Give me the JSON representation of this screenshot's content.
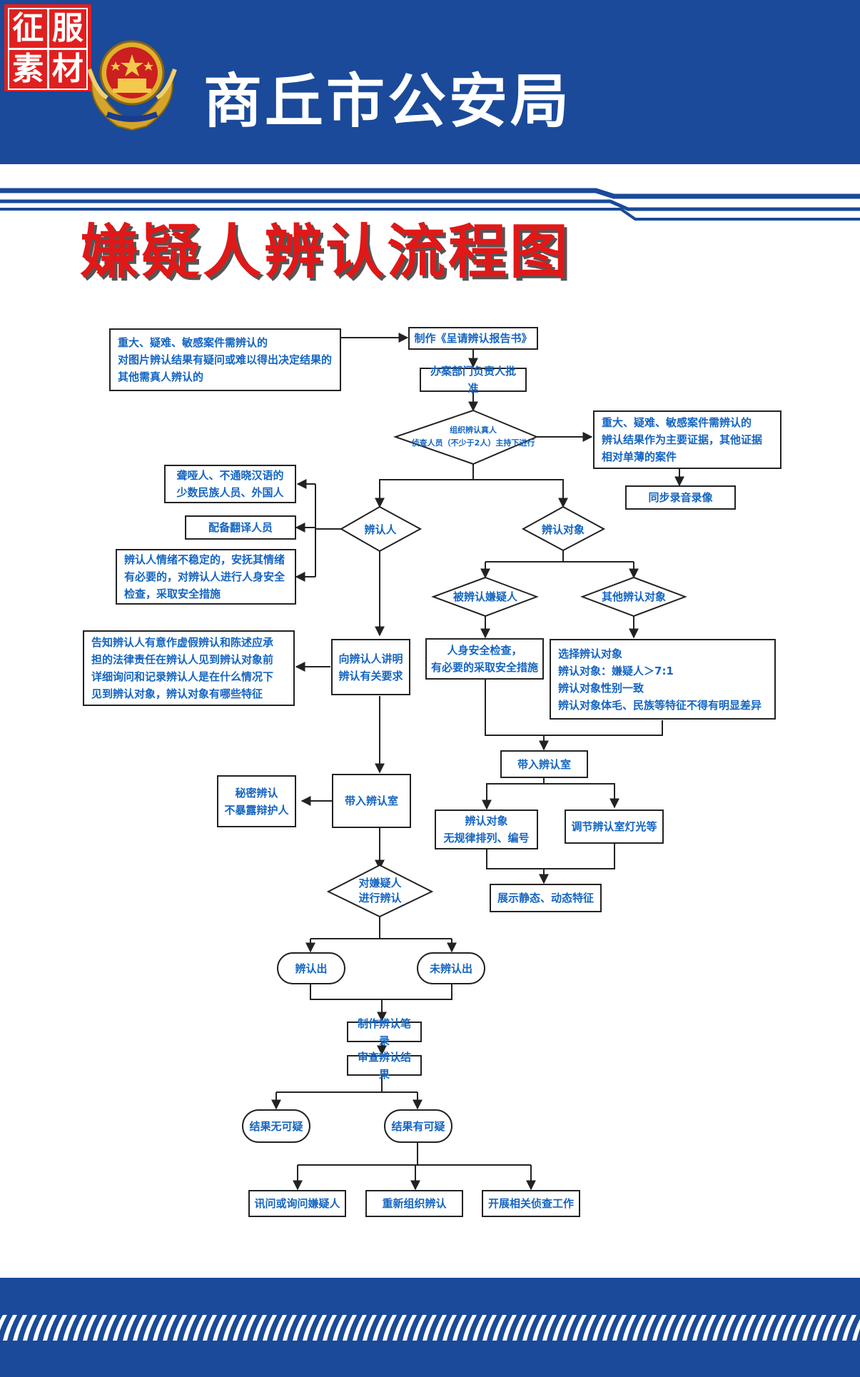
{
  "watermark": {
    "chars": [
      "征",
      "服",
      "素",
      "材"
    ]
  },
  "header": {
    "org_title": "商丘市公安局",
    "emblem": "police-emblem"
  },
  "main_title": "嫌疑人辨认流程图",
  "colors": {
    "brand_blue": "#1a4a99",
    "text_blue": "#1565c0",
    "title_red": "#e01818"
  },
  "flow": {
    "n_major_cases_photo": "重大、疑难、敏感案件需辨认的\n对图片辨认结果有疑问或难以得出决定结果的\n其他需真人辨认的",
    "n_make_report": "制作《呈请辨认报告书》",
    "n_dept_approve": "办案部门负责人批准",
    "n_organize": "组织辨认真人\n侦查人员（不少于2人）主持下进行",
    "n_major_cases_evidence": "重大、疑难、敏感案件需辨认的\n辨认结果作为主要证据，其他证据\n相对单薄的案件",
    "n_sync_record": "同步录音录像",
    "n_deaf_minority": "聋哑人、不通晓汉语的\n少数民族人员、外国人",
    "n_translator": "配备翻译人员",
    "n_unstable": "辨认人情绪不稳定的，安抚其情绪\n有必要的，对辨认人进行人身安全\n检查，采取安全措施",
    "n_identifier": "辨认人",
    "n_target": "辨认对象",
    "n_suspect": "被辨认嫌疑人",
    "n_other_target": "其他辨认对象",
    "n_inform_liability": "告知辨认人有意作虚假辨认和陈述应承\n担的法律责任在辨认人见到辨认对象前\n详细询问和记录辨认人是在什么情况下\n见到辨认对象，辨认对象有哪些特征",
    "n_explain": "向辨认人讲明\n辨认有关要求",
    "n_safety_check": "人身安全检查，\n有必要的采取安全措施",
    "n_select_target": "选择辨认对象\n辨认对象：嫌疑人＞7:1\n辨认对象性别一致\n辨认对象体毛、民族等特征不得有明显差异",
    "n_room_right": "带入辨认室",
    "n_secret": "秘密辨认\n不暴露辩护人",
    "n_room_left": "带入辨认室",
    "n_arrange": "辨认对象\n无规律排列、编号",
    "n_lighting": "调节辨认室灯光等",
    "n_show_features": "展示静态、动态特征",
    "n_identify_suspect": "对嫌疑人\n进行辨认",
    "n_identified": "辨认出",
    "n_not_identified": "未辨认出",
    "n_make_record": "制作辨认笔录",
    "n_review": "审查辨认结果",
    "n_no_doubt": "结果无可疑",
    "n_doubt": "结果有可疑",
    "n_interrogate": "讯问或询问嫌疑人",
    "n_reorganize": "重新组织辨认",
    "n_investigate": "开展相关侦查工作"
  }
}
